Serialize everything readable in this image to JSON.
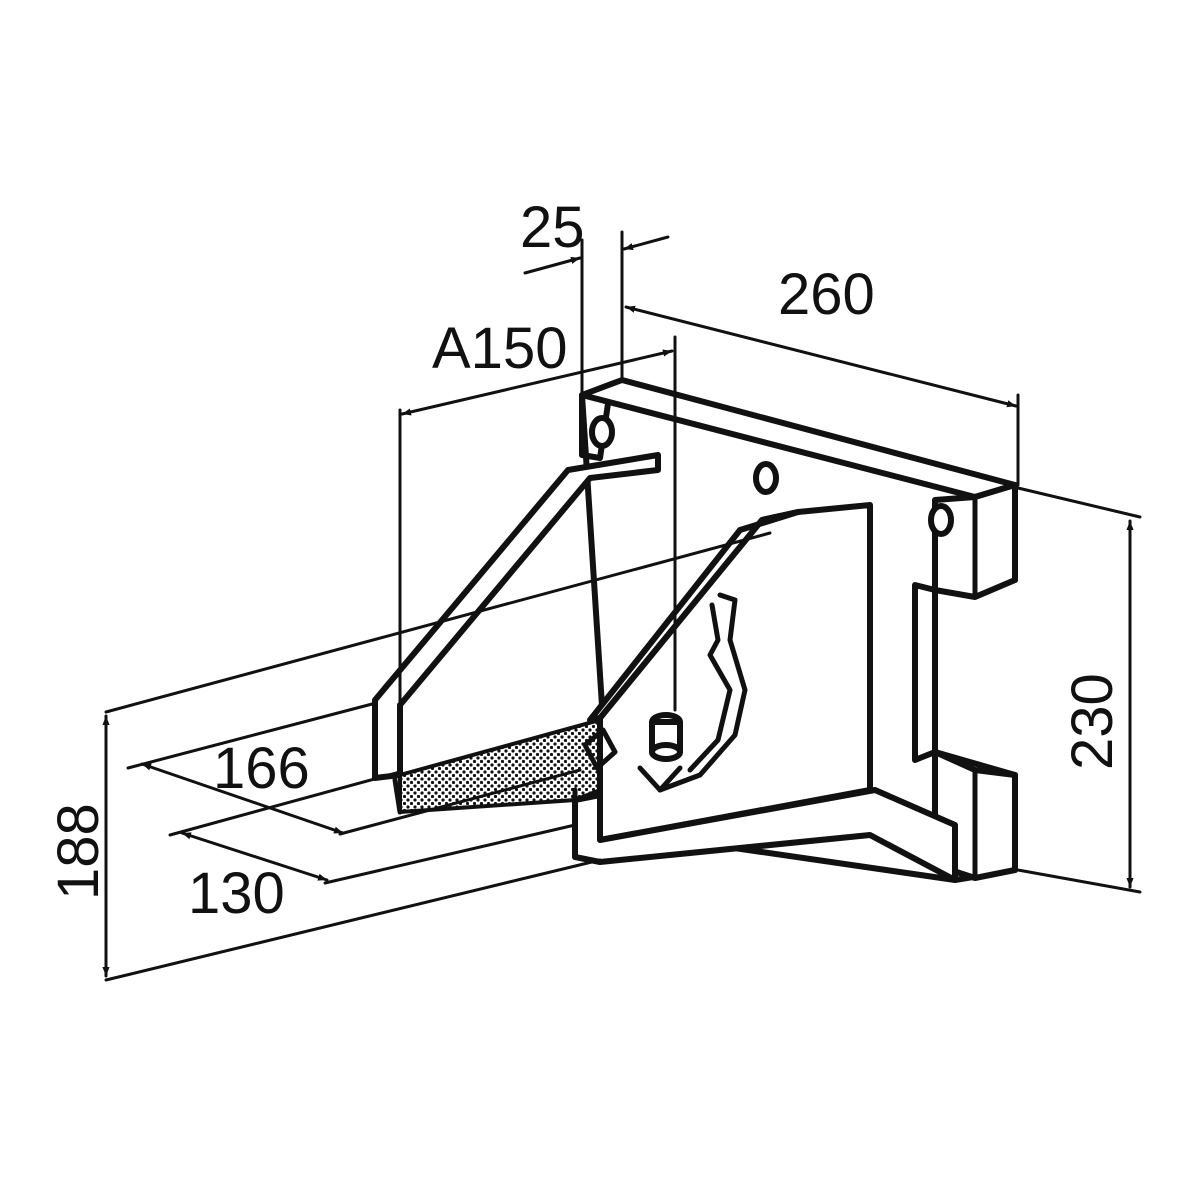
{
  "dimensions": {
    "thickness": "25",
    "length": "260",
    "spacing": "A150",
    "depth_outer": "166",
    "depth_inner": "130",
    "overall_height": "188",
    "plate_height": "230"
  }
}
